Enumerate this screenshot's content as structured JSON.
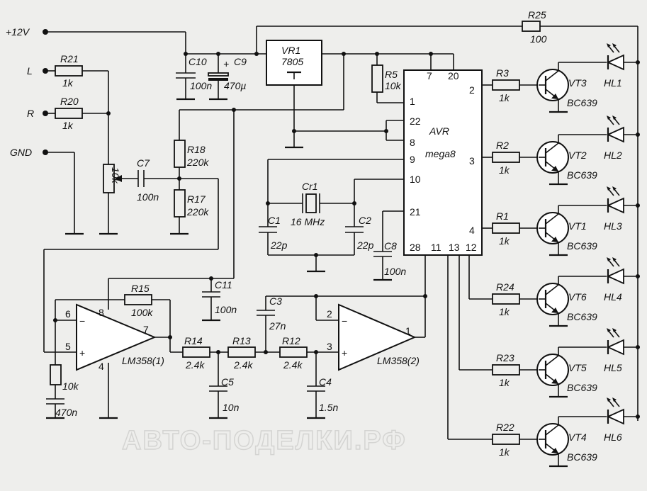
{
  "terminals": {
    "vcc": "+12V",
    "left": "L",
    "right": "R",
    "gnd": "GND"
  },
  "regulator": {
    "ref": "VR1",
    "part": "7805"
  },
  "mcu": {
    "line1": "AVR",
    "line2": "mega8",
    "pins": {
      "p7": "7",
      "p20": "20",
      "p1": "1",
      "p22": "22",
      "p8": "8",
      "p9": "9",
      "p10": "10",
      "p21": "21",
      "p28": "28",
      "p11": "11",
      "p13": "13",
      "p12": "12",
      "p2": "2",
      "p3": "3",
      "p4": "4"
    }
  },
  "crystal": {
    "ref": "Cr1",
    "value": "16 MHz"
  },
  "opamp1": {
    "name": "LM358(1)",
    "pin6": "6",
    "pin5": "5",
    "pin8": "8",
    "pin4": "4",
    "pin7": "7",
    "minus": "−",
    "plus": "+"
  },
  "opamp2": {
    "name": "LM358(2)",
    "pin2": "2",
    "pin3": "3",
    "pin1": "1",
    "minus": "−",
    "plus": "+"
  },
  "resistors": [
    {
      "ref": "R21",
      "value": "1k"
    },
    {
      "ref": "R20",
      "value": "1k"
    },
    {
      "ref": "R25",
      "value": "100"
    },
    {
      "ref": "R5",
      "value": "10k"
    },
    {
      "ref": "R18",
      "value": "220k"
    },
    {
      "ref": "R17",
      "value": "220k"
    },
    {
      "ref": "R15",
      "value": "100k"
    },
    {
      "ref": "R14",
      "value": "2.4k"
    },
    {
      "ref": "R13",
      "value": "2.4k"
    },
    {
      "ref": "R12",
      "value": "2.4k"
    },
    {
      "ref": "R3",
      "value": "1k"
    },
    {
      "ref": "R2",
      "value": "1k"
    },
    {
      "ref": "R1",
      "value": "1k"
    },
    {
      "ref": "R24",
      "value": "1k"
    },
    {
      "ref": "R23",
      "value": "1k"
    },
    {
      "ref": "R22",
      "value": "1k"
    },
    {
      "ref": "",
      "value": "10k"
    }
  ],
  "pot": {
    "value": "10k"
  },
  "capacitors": [
    {
      "ref": "C10",
      "value": "100n"
    },
    {
      "ref": "C9",
      "value": "470µ"
    },
    {
      "ref": "C7",
      "value": "100n"
    },
    {
      "ref": "C1",
      "value": "22p"
    },
    {
      "ref": "C2",
      "value": "22p"
    },
    {
      "ref": "C8",
      "value": "100n"
    },
    {
      "ref": "C11",
      "value": "100n"
    },
    {
      "ref": "C3",
      "value": "27n"
    },
    {
      "ref": "C5",
      "value": "10n"
    },
    {
      "ref": "C4",
      "value": "1.5n"
    },
    {
      "ref": "",
      "value": "470n"
    }
  ],
  "c9_polarity": "+",
  "transistors": [
    {
      "ref": "VT3",
      "part": "BC639"
    },
    {
      "ref": "VT2",
      "part": "BC639"
    },
    {
      "ref": "VT1",
      "part": "BC639"
    },
    {
      "ref": "VT6",
      "part": "BC639"
    },
    {
      "ref": "VT5",
      "part": "BC639"
    },
    {
      "ref": "VT4",
      "part": "BC639"
    }
  ],
  "leds": [
    "HL1",
    "HL2",
    "HL3",
    "HL4",
    "HL5",
    "HL6"
  ],
  "watermark": "АВТО-ПОДЕЛКИ.РФ"
}
